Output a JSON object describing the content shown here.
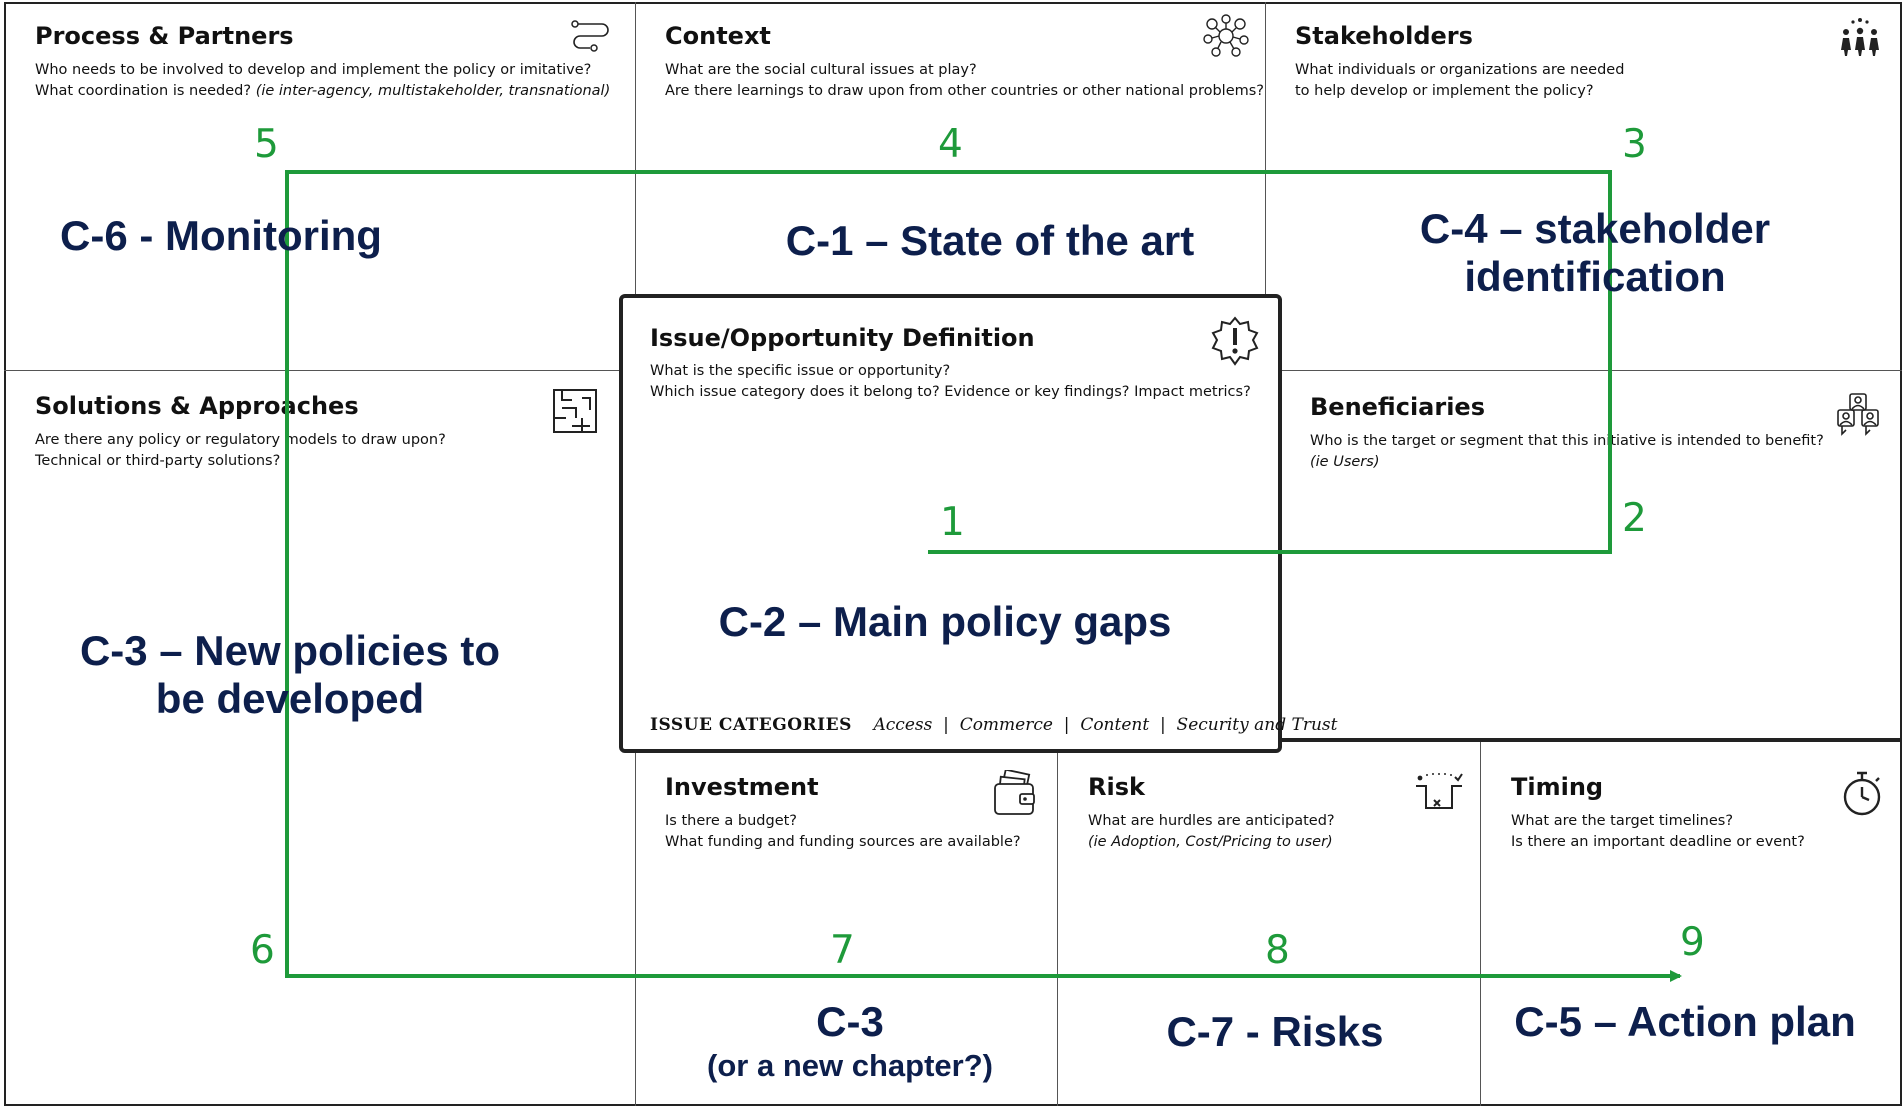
{
  "cells": {
    "process": {
      "title": "Process & Partners",
      "q1": "Who needs to be involved to develop and implement the policy or imitative?",
      "q2": "What coordination is needed?",
      "q2_italic": "(ie inter-agency, multistakeholder, transnational)",
      "icon": "route-icon"
    },
    "context": {
      "title": "Context",
      "q1": "What are the social cultural issues at play?",
      "q2": "Are there learnings to draw upon from other countries or other national problems?",
      "icon": "network-icon"
    },
    "stakeholders": {
      "title": "Stakeholders",
      "q1": "What individuals or organizations are needed",
      "q2": "to help develop or implement the policy?",
      "icon": "people-group-icon"
    },
    "solutions": {
      "title": "Solutions & Approaches",
      "q1": "Are there any policy or regulatory models to draw upon?",
      "q2": "Technical or third-party solutions?",
      "icon": "maze-icon"
    },
    "issue": {
      "title": "Issue/Opportunity Definition",
      "q1": "What is the specific issue or opportunity?",
      "q2": "Which issue category does it belong to? Evidence or key findings? Impact metrics?",
      "icon": "alert-badge-icon",
      "categories_label": "ISSUE CATEGORIES",
      "categories": [
        "Access",
        "Commerce",
        "Content",
        "Security and Trust"
      ],
      "separator": "|"
    },
    "beneficiaries": {
      "title": "Beneficiaries",
      "q1": "Who is the target or segment that this initiative is intended to benefit?",
      "q2_italic": "(ie Users)",
      "icon": "users-icon"
    },
    "investment": {
      "title": "Investment",
      "q1": "Is there a budget?",
      "q2": "What funding and funding sources are available?",
      "icon": "wallet-icon"
    },
    "risk": {
      "title": "Risk",
      "q1": "What are hurdles are anticipated?",
      "q2_italic": "(ie Adoption, Cost/Pricing to user)",
      "icon": "hurdle-icon"
    },
    "timing": {
      "title": "Timing",
      "q1": "What are the target timelines?",
      "q2": "Is there an important deadline or event?",
      "icon": "stopwatch-icon"
    }
  },
  "chapters": {
    "c6": "C-6 - Monitoring",
    "c1": "C-1 – State of the art",
    "c4_line1": "C-4 – stakeholder",
    "c4_line2": "identification",
    "c2": "C-2 – Main policy gaps",
    "c3_line1": "C-3 – New policies to",
    "c3_line2": "be developed",
    "c3b_line1": "C-3",
    "c3b_line2": "(or a new chapter?)",
    "c7": "C-7 - Risks",
    "c5": "C-5 – Action plan"
  },
  "steps": [
    "1",
    "2",
    "3",
    "4",
    "5",
    "6",
    "7",
    "8",
    "9"
  ],
  "colors": {
    "path": "#1e9a3a",
    "chapter_text": "#0d1f4c",
    "border": "#222222"
  }
}
